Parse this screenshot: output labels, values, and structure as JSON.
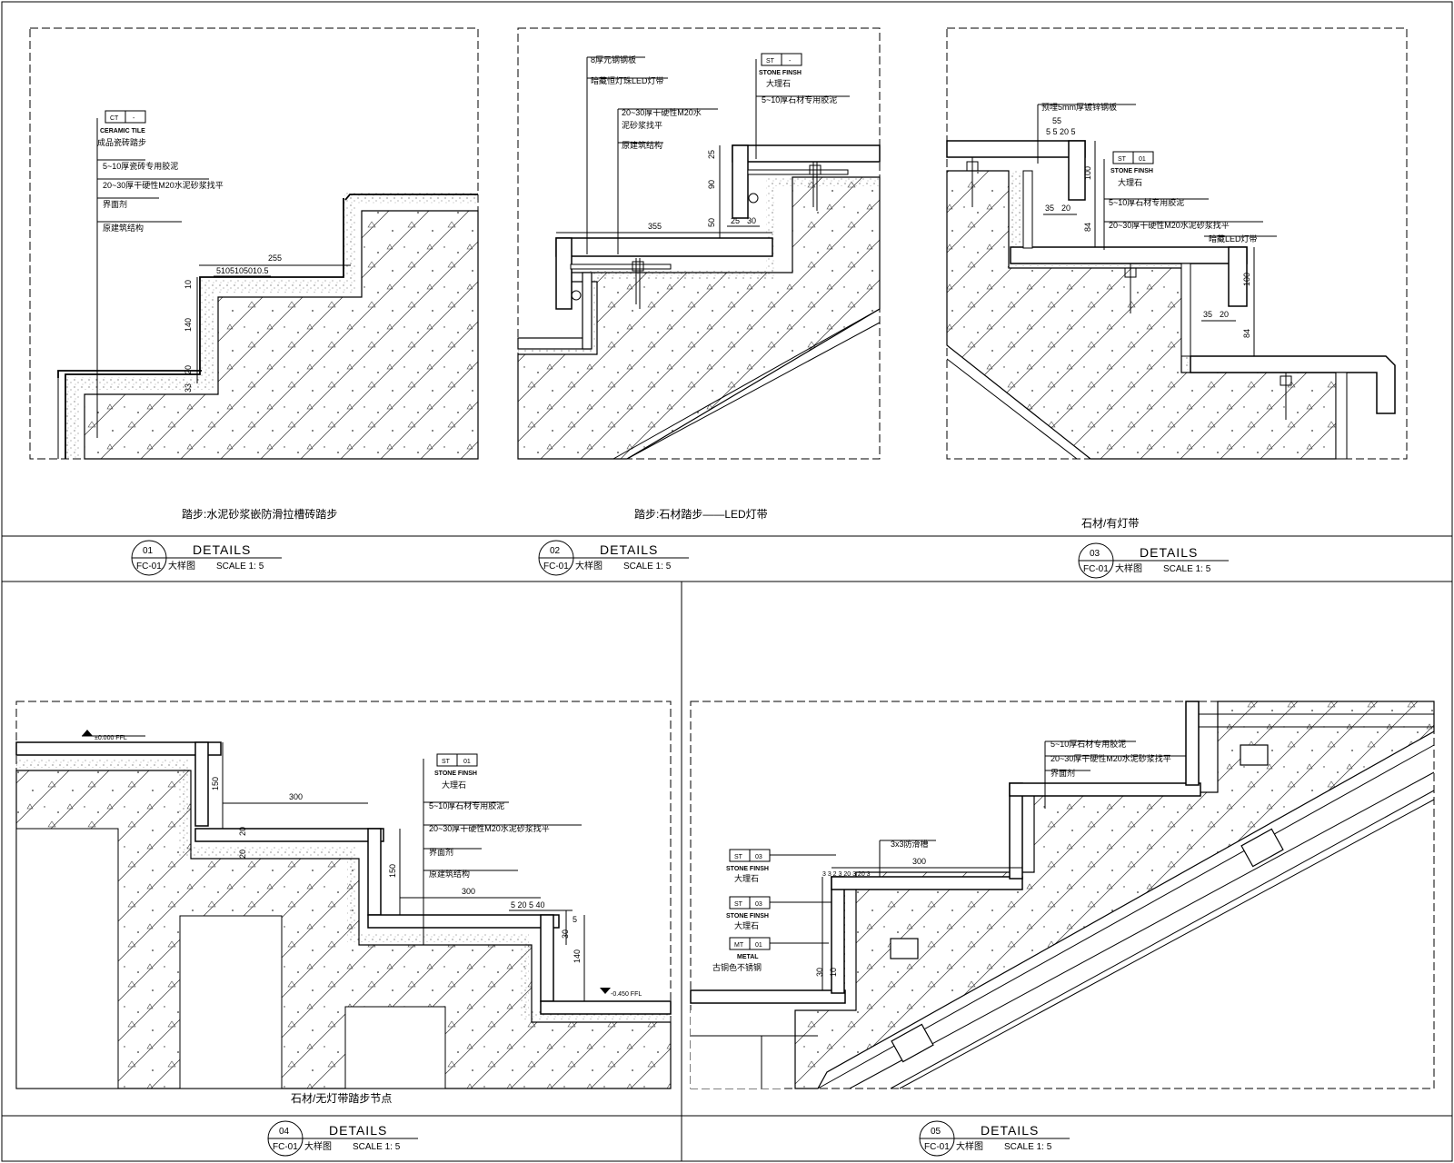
{
  "details": [
    {
      "num": "01",
      "sheet": "FC-01",
      "title": "DETAILS",
      "subtitle": "大样图",
      "scale": "SCALE  1: 5",
      "caption": "踏步:水泥砂浆嵌防滑拉槽砖踏步",
      "tags": [
        {
          "code": "CT",
          "val": "-",
          "name": "CERAMIC TILE",
          "cn": "成品瓷砖踏步"
        }
      ],
      "notes": [
        "5~10厚瓷砖专用胶泥",
        "20~30厚干硬性M20水泥砂浆找平",
        "界面剂",
        "原建筑结构"
      ],
      "dims": [
        "255",
        "5105105010.5",
        "10",
        "140",
        "20",
        "10",
        "33"
      ]
    },
    {
      "num": "02",
      "sheet": "FC-01",
      "title": "DETAILS",
      "subtitle": "大样图",
      "scale": "SCALE  1: 5",
      "caption": "踏步:石材踏步——LED灯带",
      "tags": [
        {
          "code": "ST",
          "val": "-",
          "name": "STONE FINSH",
          "cn": "大理石"
        }
      ],
      "notes": [
        "8厚元钢钢板",
        "暗藏恒灯珠LED灯带",
        "20~30厚干硬性M20水",
        "泥砂浆找平",
        "原建筑结构",
        "5~10厚石材专用胶泥"
      ],
      "dims": [
        "355",
        "25",
        "90",
        "50",
        "25",
        "30"
      ]
    },
    {
      "num": "03",
      "sheet": "FC-01",
      "title": "DETAILS",
      "subtitle": "大样图",
      "scale": "SCALE  1: 5",
      "caption": "石材/有灯带",
      "tags": [
        {
          "code": "ST",
          "val": "01",
          "name": "STONE FINSH",
          "cn": "大理石"
        }
      ],
      "notes": [
        "预埋5mm厚镀锌钢板",
        "5~10厚石材专用胶泥",
        "20~30厚干硬性M20水泥砂浆找平",
        "暗藏LED灯带"
      ],
      "dims": [
        "55",
        "5 5 20 5",
        "100",
        "35",
        "20",
        "84",
        "100",
        "35",
        "20",
        "84"
      ]
    },
    {
      "num": "04",
      "sheet": "FC-01",
      "title": "DETAILS",
      "subtitle": "大样图",
      "scale": "SCALE  1: 5",
      "caption": "石材/无灯带踏步节点",
      "tags": [
        {
          "code": "ST",
          "val": "01",
          "name": "STONE FINSH",
          "cn": "大理石"
        }
      ],
      "notes": [
        "5~10厚石材专用胶泥",
        "20~30厚干硬性M20水泥砂浆找平",
        "界面剂",
        "原建筑结构"
      ],
      "levels": [
        "±0.000 FFL",
        "-0.450 FFL"
      ],
      "dims": [
        "150",
        "300",
        "20",
        "20",
        "150",
        "300",
        "5 20 5 40",
        "5",
        "30",
        "140"
      ]
    },
    {
      "num": "05",
      "sheet": "FC-01",
      "title": "DETAILS",
      "subtitle": "大样图",
      "scale": "SCALE  1: 5",
      "caption": "",
      "tags": [
        {
          "code": "ST",
          "val": "03",
          "name": "STONE FINSH",
          "cn": "大理石"
        },
        {
          "code": "ST",
          "val": "03",
          "name": "STONE FINSH",
          "cn": "大理石"
        },
        {
          "code": "MT",
          "val": "01",
          "name": "METAL",
          "cn": "古铜色不锈钢"
        }
      ],
      "notes": [
        "5~10厚石材专用胶泥",
        "20~30厚干硬性M20水泥砂浆找平",
        "界面剂",
        "3x3防滑槽"
      ],
      "dims": [
        "3 3 2 3 20 3 20 3",
        "300",
        "30",
        "10"
      ]
    }
  ]
}
